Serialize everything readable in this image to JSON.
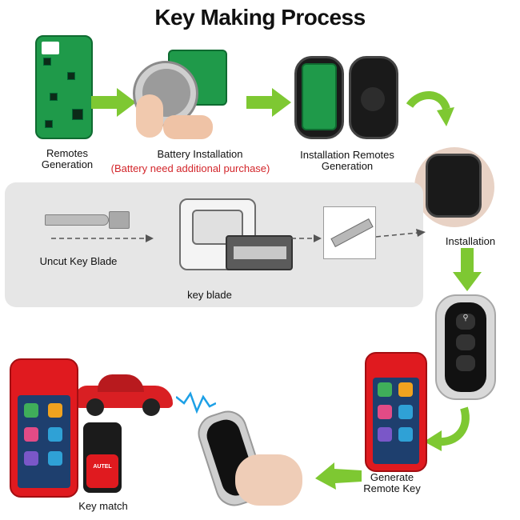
{
  "title": "Key Making Process",
  "steps": {
    "remotes_generation": "Remotes\nGeneration",
    "battery_installation": "Battery Installation",
    "battery_note": "(Battery need additional purchase)",
    "installation_remotes_generation": "Installation Remotes\nGeneration",
    "installation": "Installation",
    "uncut_key_blade": "Uncut Key  Blade",
    "key_blade": "key blade",
    "generate_remote_key": "Generate\nRemote Key",
    "key_match": "Key match"
  },
  "device": {
    "brand": "AUTEL"
  },
  "colors": {
    "arrow_green": "#7ec832",
    "note_red": "#d3262b",
    "tablet_red": "#e01a1f",
    "pcb_green": "#1f9a4a"
  }
}
